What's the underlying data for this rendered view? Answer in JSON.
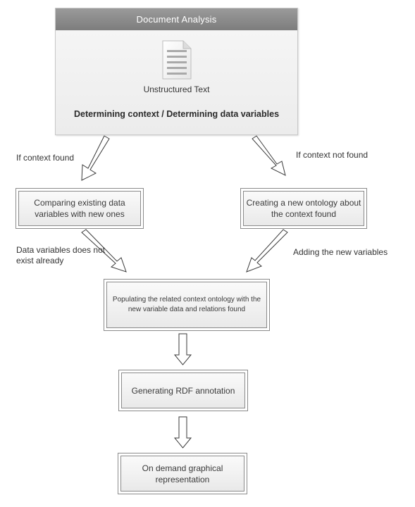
{
  "diagram": {
    "panel": {
      "title": "Document Analysis",
      "subtitle": "Unstructured Text",
      "caption": "Determining context / Determining data variables"
    },
    "labels": {
      "context_found": "If context found",
      "context_not_found": "If context not found",
      "variables_not_exist": "Data variables does not exist already",
      "adding_variables": "Adding the new variables"
    },
    "boxes": {
      "compare": "Comparing existing data variables with new ones",
      "create": "Creating a new ontology about the context found",
      "populate": "Populating the related context ontology with the new variable data  and relations found",
      "rdf": "Generating RDF annotation",
      "graphical": "On demand graphical representation"
    },
    "colors": {
      "header": "#8a8a8a",
      "border": "#8a8a8a",
      "text": "#333333"
    }
  }
}
